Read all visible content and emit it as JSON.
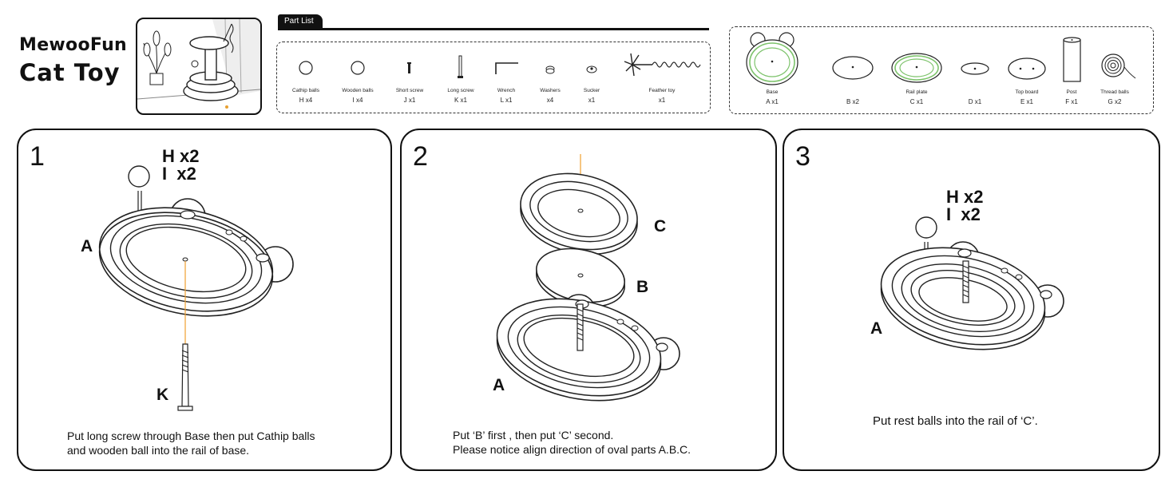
{
  "brand": {
    "line1": "MewooFun",
    "line2": "Cat Toy"
  },
  "part_list": {
    "tab": "Part List",
    "small_parts": [
      {
        "name": "Cathip balls",
        "qty": "H x4",
        "icon": "catnip-ball-icon"
      },
      {
        "name": "Wooden balls",
        "qty": "I x4",
        "icon": "wooden-ball-icon"
      },
      {
        "name": "Short screw",
        "qty": "J x1",
        "icon": "short-screw-icon"
      },
      {
        "name": "Long screw",
        "qty": "K x1",
        "icon": "long-screw-icon"
      },
      {
        "name": "Wrench",
        "qty": "L x1",
        "icon": "wrench-icon"
      },
      {
        "name": "Washers",
        "qty": "x4",
        "icon": "washer-icon"
      },
      {
        "name": "Sucker",
        "qty": "x1",
        "icon": "sucker-icon"
      },
      {
        "name": "Feather toy",
        "qty": "x1",
        "icon": "feather-toy-icon"
      }
    ],
    "large_parts": [
      {
        "name": "Base",
        "qty": "A x1",
        "icon": "base-icon"
      },
      {
        "name": "",
        "qty": "B x2",
        "icon": "oval-board-icon"
      },
      {
        "name": "Rail plate",
        "qty": "C x1",
        "icon": "rail-plate-icon"
      },
      {
        "name": "",
        "qty": "D x1",
        "icon": "small-oval-icon"
      },
      {
        "name": "Top board",
        "qty": "E x1",
        "icon": "top-board-icon"
      },
      {
        "name": "Post",
        "qty": "F x1",
        "icon": "post-icon"
      },
      {
        "name": "Thread balls",
        "qty": "G x2",
        "icon": "thread-ball-icon"
      }
    ],
    "accent_color": "#7dc36b",
    "screw_line_color": "#f0a030"
  },
  "steps": [
    {
      "number": "1",
      "qty_line1": "H x2",
      "qty_line2": "I  x2",
      "label_a": "A",
      "label_k": "K",
      "caption_line1": "Put long screw through Base then put Cathip balls",
      "caption_line2": "and wooden ball into the rail of base."
    },
    {
      "number": "2",
      "label_c": "C",
      "label_b": "B",
      "label_a": "A",
      "caption_line1": "Put ‘B’ first , then put ‘C’ second.",
      "caption_line2": "Please notice align direction of oval parts A.B.C."
    },
    {
      "number": "3",
      "qty_line1": "H x2",
      "qty_line2": "I  x2",
      "label_a": "A",
      "caption_line1": "Put rest balls into the rail of ‘C’."
    }
  ]
}
